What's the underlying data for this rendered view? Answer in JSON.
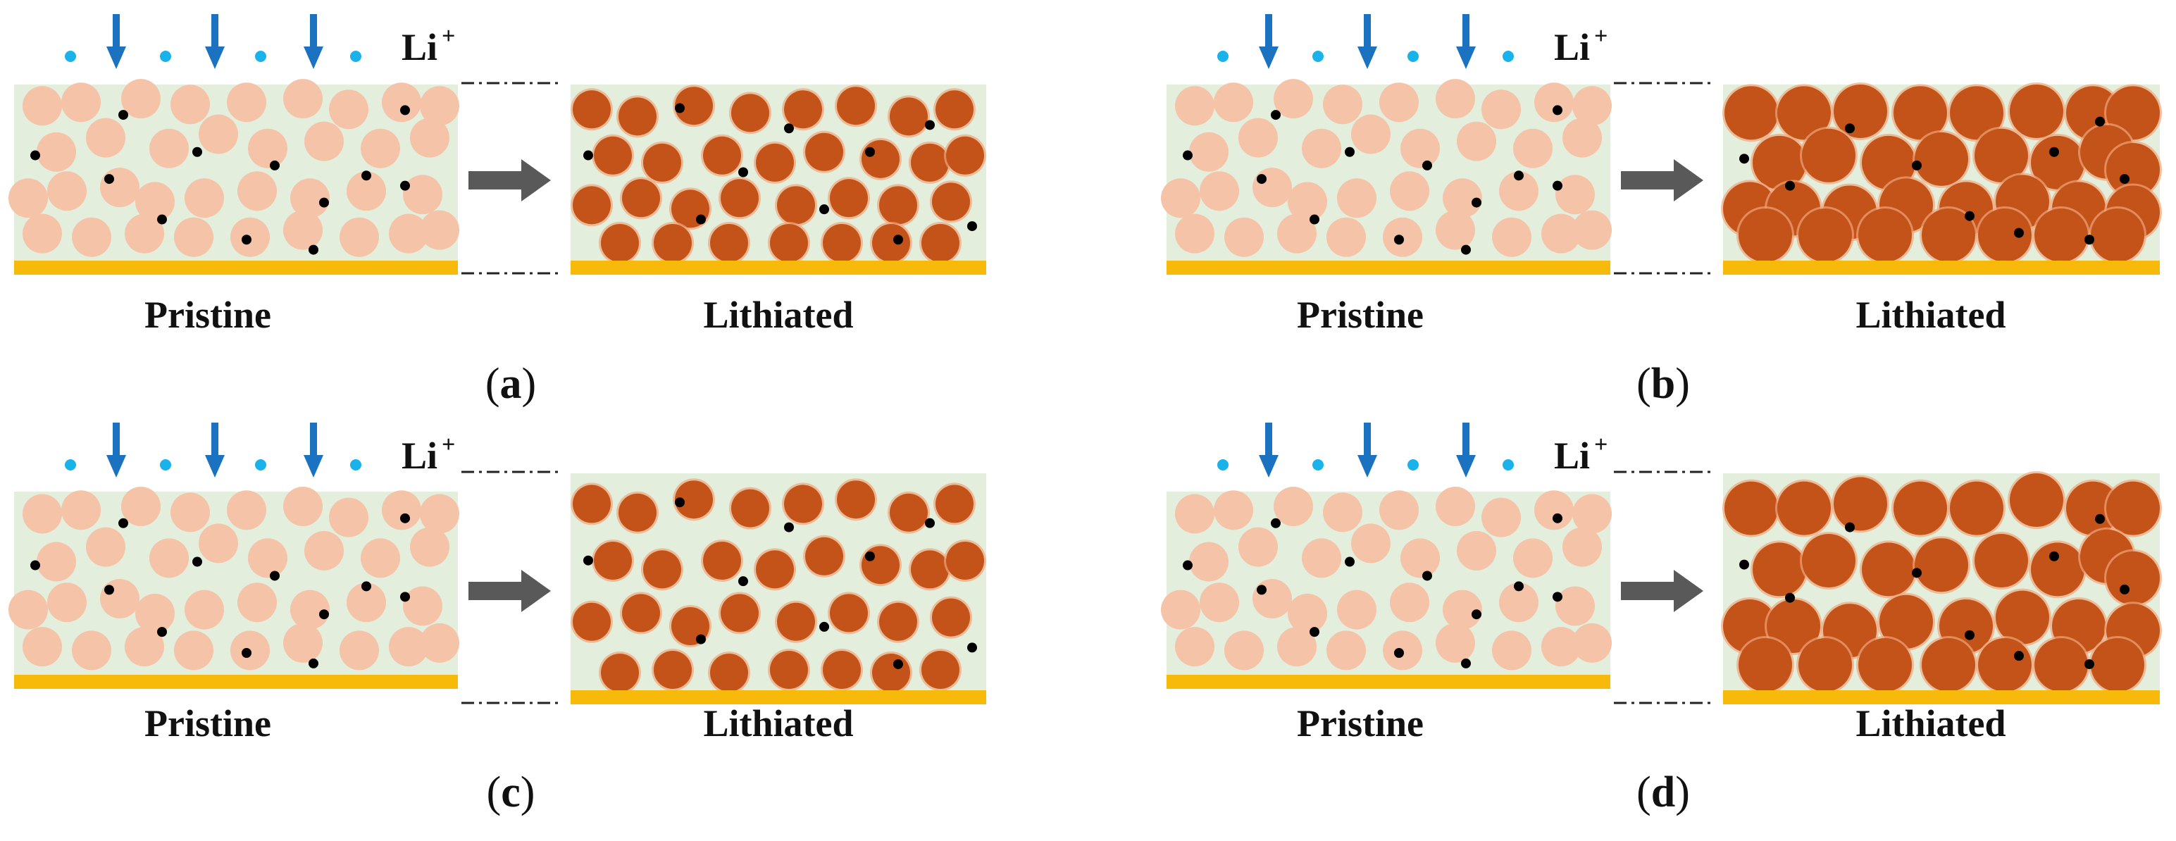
{
  "panels": [
    {
      "id": "a",
      "letter": "a",
      "ion_label": "Li",
      "ion_charge": "+",
      "pristine_label": "Pristine",
      "lithiated_label": "Lithiated",
      "expansion": "none"
    },
    {
      "id": "b",
      "letter": "b",
      "ion_label": "Li",
      "ion_charge": "+",
      "pristine_label": "Pristine",
      "lithiated_label": "Lithiated",
      "expansion": "particles"
    },
    {
      "id": "c",
      "letter": "c",
      "ion_label": "Li",
      "ion_charge": "+",
      "pristine_label": "Pristine",
      "lithiated_label": "Lithiated",
      "expansion": "electrode"
    },
    {
      "id": "d",
      "letter": "d",
      "ion_label": "Li",
      "ion_charge": "+",
      "pristine_label": "Pristine",
      "lithiated_label": "Lithiated",
      "expansion": "both"
    }
  ],
  "colors": {
    "electrolyte": "#e3eedc",
    "pristine_particle": "#f5c3a8",
    "lithiated_particle": "#c4531a",
    "lithiated_glow": "#f0a57a",
    "current_collector": "#f7b90a",
    "arrow_down": "#1a72c0",
    "ion_dot": "#1ab2ea",
    "conductive_dot": "#000000",
    "process_arrow": "#595959",
    "dash_line": "#222222"
  }
}
